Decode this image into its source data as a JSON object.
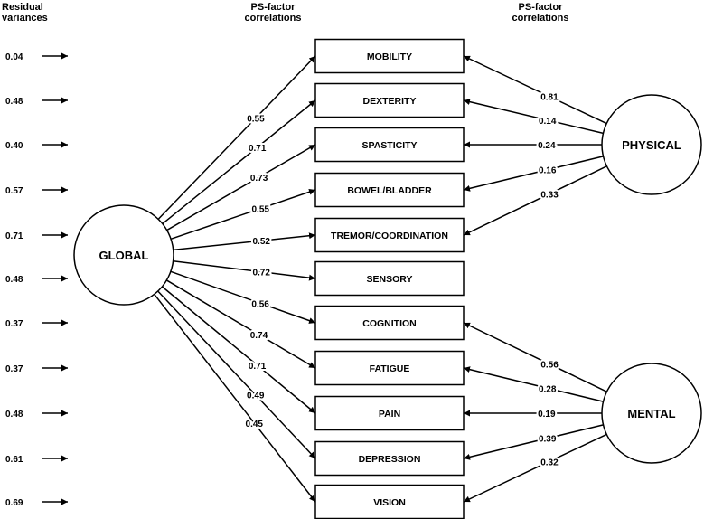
{
  "headers": {
    "residual_line1": "Residual",
    "residual_line2": "variances",
    "ps_left_line1": "PS-factor",
    "ps_left_line2": "correlations",
    "ps_right_line1": "PS-factor",
    "ps_right_line2": "correlations"
  },
  "factors": {
    "global": "GLOBAL",
    "physical": "PHYSICAL",
    "mental": "MENTAL"
  },
  "items": [
    {
      "label": "MOBILITY",
      "residual": "0.04",
      "global": "0.55",
      "physical": "0.81"
    },
    {
      "label": "DEXTERITY",
      "residual": "0.48",
      "global": "0.71",
      "physical": "0.14"
    },
    {
      "label": "SPASTICITY",
      "residual": "0.40",
      "global": "0.73",
      "physical": "0.24"
    },
    {
      "label": "BOWEL/BLADDER",
      "residual": "0.57",
      "global": "0.55",
      "physical": "0.16"
    },
    {
      "label": "TREMOR/COORDINATION",
      "residual": "0.71",
      "global": "0.52",
      "physical": "0.33"
    },
    {
      "label": "SENSORY",
      "residual": "0.48",
      "global": "0.72"
    },
    {
      "label": "COGNITION",
      "residual": "0.37",
      "global": "0.56",
      "mental": "0.56"
    },
    {
      "label": "FATIGUE",
      "residual": "0.37",
      "global": "0.74",
      "mental": "0.28"
    },
    {
      "label": "PAIN",
      "residual": "0.48",
      "global": "0.71",
      "mental": "0.19"
    },
    {
      "label": "DEPRESSION",
      "residual": "0.61",
      "global": "0.49",
      "mental": "0.39"
    },
    {
      "label": "VISION",
      "residual": "0.69",
      "global": "0.45",
      "mental": "0.32"
    }
  ]
}
